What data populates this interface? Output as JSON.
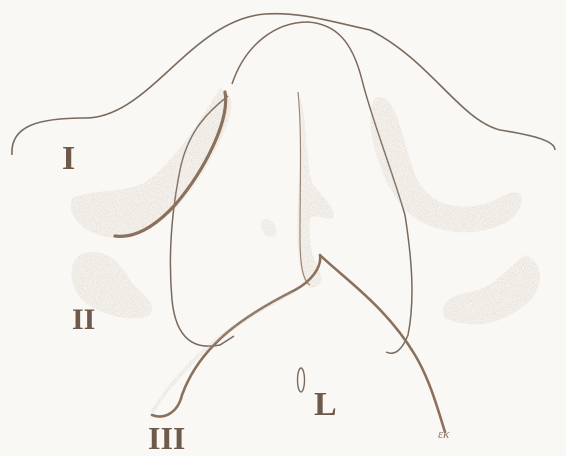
{
  "labels": {
    "I": "I",
    "II": "II",
    "III": "III",
    "L": "L",
    "signature": "εκ"
  },
  "colors": {
    "paper": "#faf8f4",
    "outline": "#7a6a5e",
    "stipple": "#b6a596",
    "stroke_dark": "#8a715e"
  }
}
